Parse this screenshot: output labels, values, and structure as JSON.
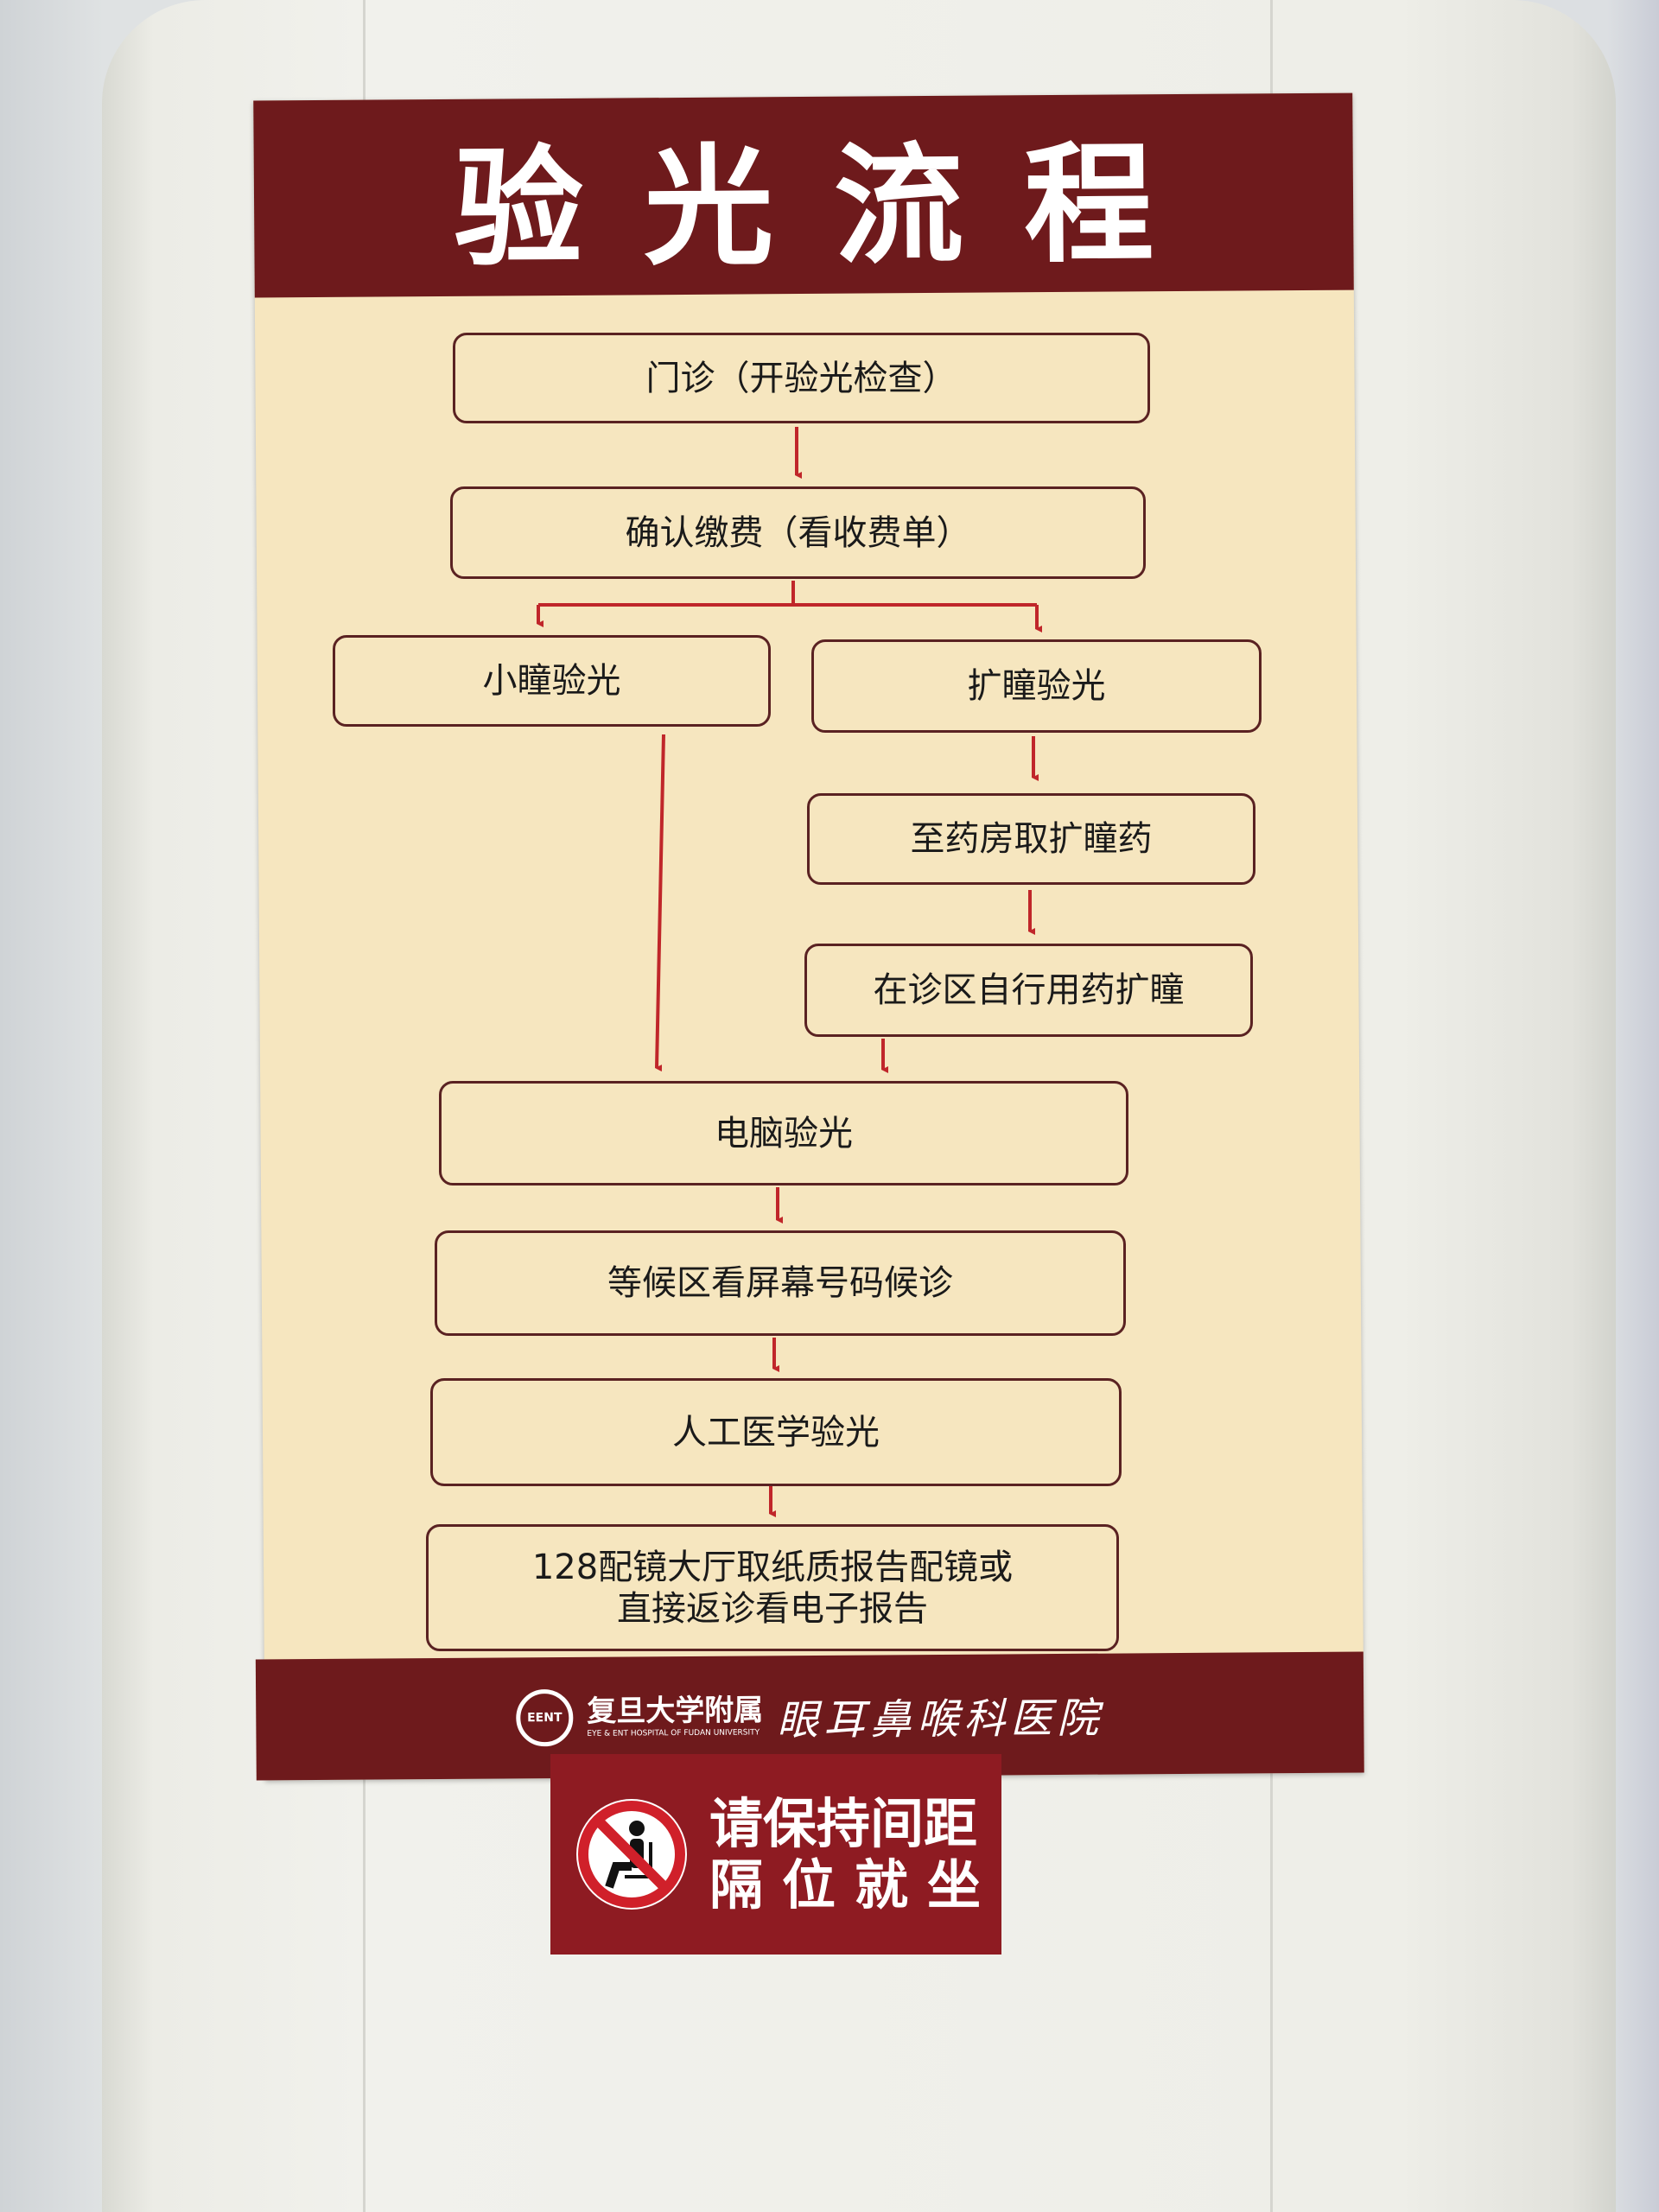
{
  "poster": {
    "title": "验光流程",
    "steps": [
      "门诊（开验光检查）",
      "确认缴费（看收费单）",
      "小瞳验光",
      "扩瞳验光",
      "至药房取扩瞳药",
      "在诊区自行用药扩瞳",
      "电脑验光",
      "等候区看屏幕号码候诊",
      "人工医学验光",
      "128配镜大厅取纸质报告配镜或",
      "直接返诊看电子报告"
    ],
    "footer": {
      "logo_text": "EENT",
      "affiliation": "复旦大学附属",
      "english": "EYE & ENT HOSPITAL OF FUDAN UNIVERSITY",
      "hospital": "眼耳鼻喉科医院"
    },
    "colors": {
      "band": "#6e1a1c",
      "background": "#f6e6bf",
      "arrow": "#c0262a"
    }
  },
  "notice": {
    "line1": "请保持间距",
    "line2": "隔位就坐",
    "icon": "no-sitting-icon",
    "color": "#8e1b22"
  }
}
